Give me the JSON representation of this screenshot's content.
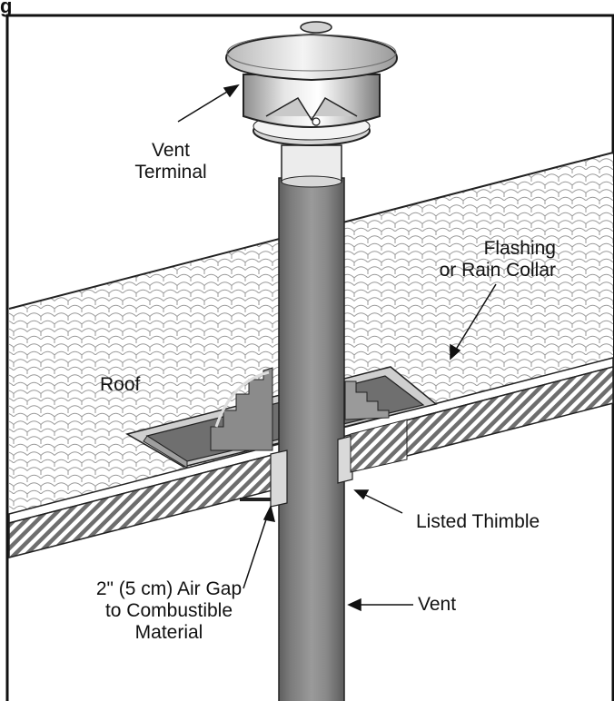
{
  "figure_label": "g",
  "labels": {
    "vent_terminal": [
      "Vent",
      "Terminal"
    ],
    "flashing": [
      "Flashing",
      "or Rain Collar"
    ],
    "roof": "Roof",
    "listed_thimble": "Listed Thimble",
    "air_gap": [
      "2\" (5 cm) Air Gap",
      "to Combustible",
      "Material"
    ],
    "vent": "Vent"
  }
}
